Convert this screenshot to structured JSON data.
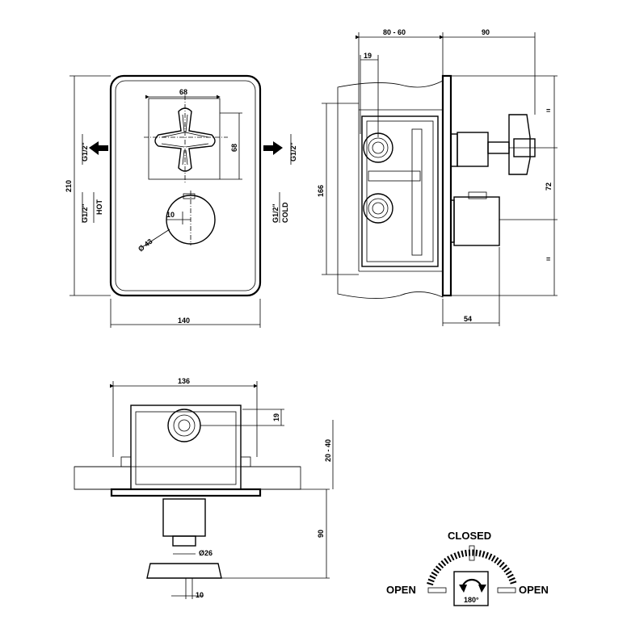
{
  "front_view": {
    "width": "140",
    "height": "210",
    "cross_handle_w": "68",
    "cross_handle_h": "68",
    "knob_offset": "10",
    "knob_diameter": "Ø 43",
    "inlet_left": "G1/2\"",
    "inlet_left_hot": "G1/2\"",
    "hot_label": "HOT",
    "inlet_right": "G1/2\"",
    "inlet_right_cold": "G1/2\"",
    "cold_label": "COLD"
  },
  "side_view": {
    "wall_depth": "80 - 60",
    "projection": "90",
    "fitting_19": "19",
    "body_height": "166",
    "spacing": "72",
    "knob_depth": "54"
  },
  "top_view": {
    "body_width": "136",
    "port_19": "19",
    "wall_range": "20 - 40",
    "projection": "90",
    "stem_diameter": "Ø26",
    "stem_offset": "10"
  },
  "rotation_legend": {
    "closed": "CLOSED",
    "open_left": "OPEN",
    "open_right": "OPEN",
    "angle": "180°"
  }
}
